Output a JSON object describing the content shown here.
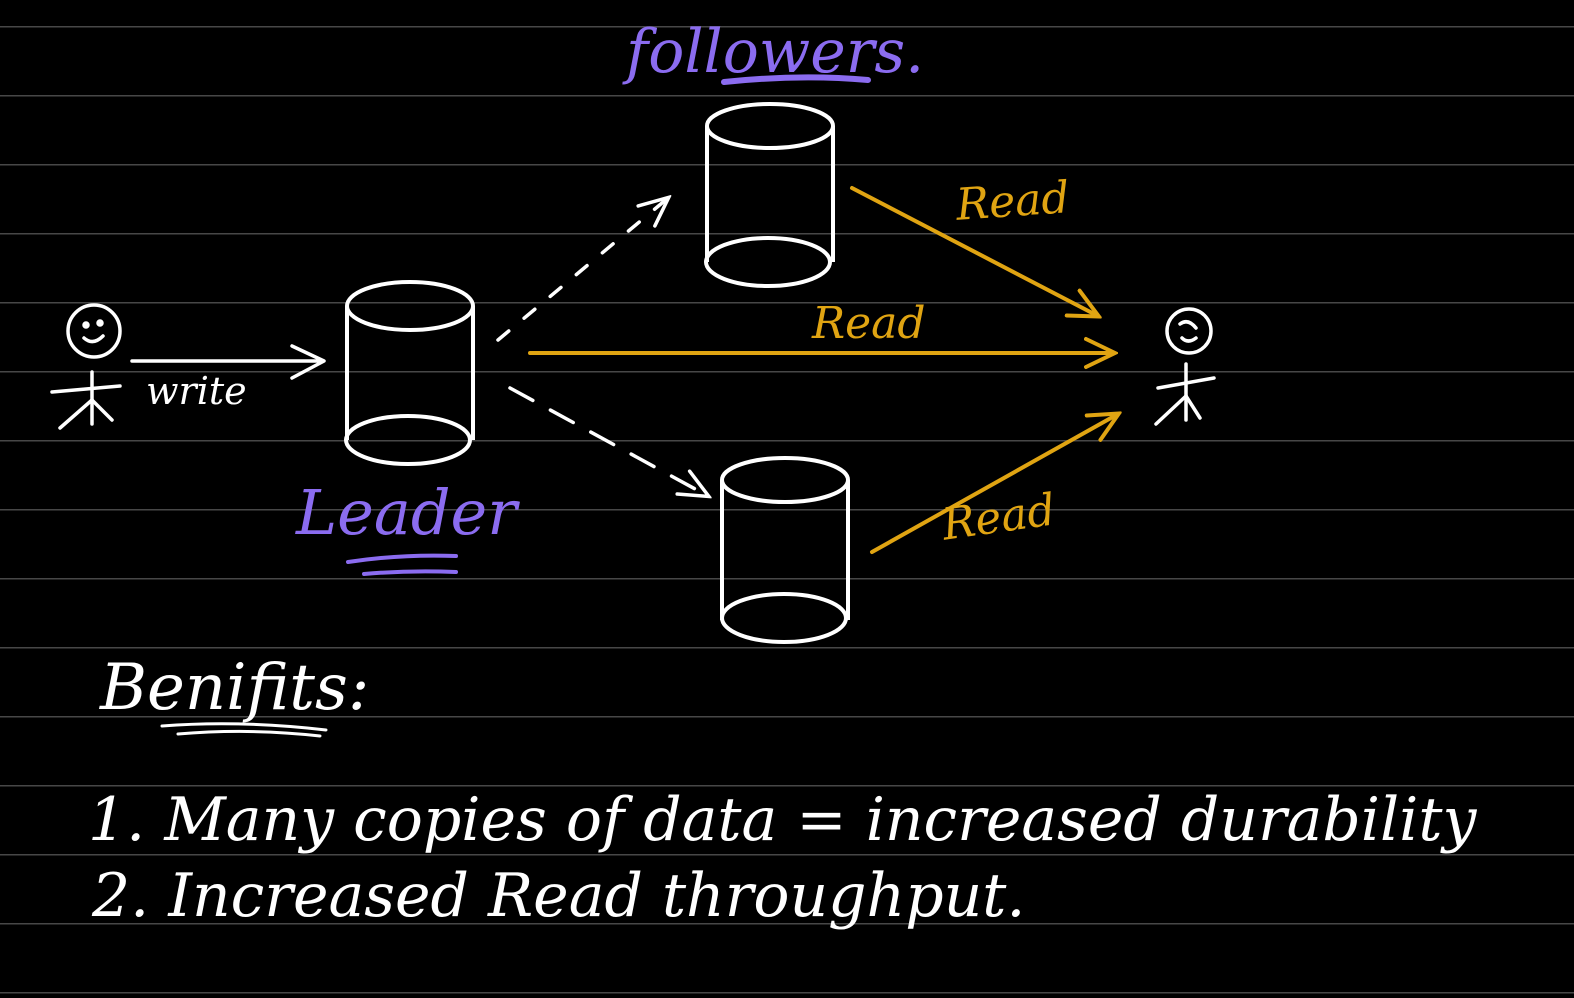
{
  "labels": {
    "followers": "followers.",
    "leader": "Leader",
    "write": "write",
    "read_top": "Read",
    "read_middle": "Read",
    "read_bottom": "Read",
    "benefits_title": "Benifits:",
    "benefit_1": "1. Many copies of data = increased durability",
    "benefit_2": "2. Increased Read throughput."
  },
  "colors": {
    "background": "#000000",
    "ink_white": "#ffffff",
    "ink_purple": "#8b6cf0",
    "ink_gold": "#e0a412",
    "ruled_line": "#8a8a8a"
  }
}
